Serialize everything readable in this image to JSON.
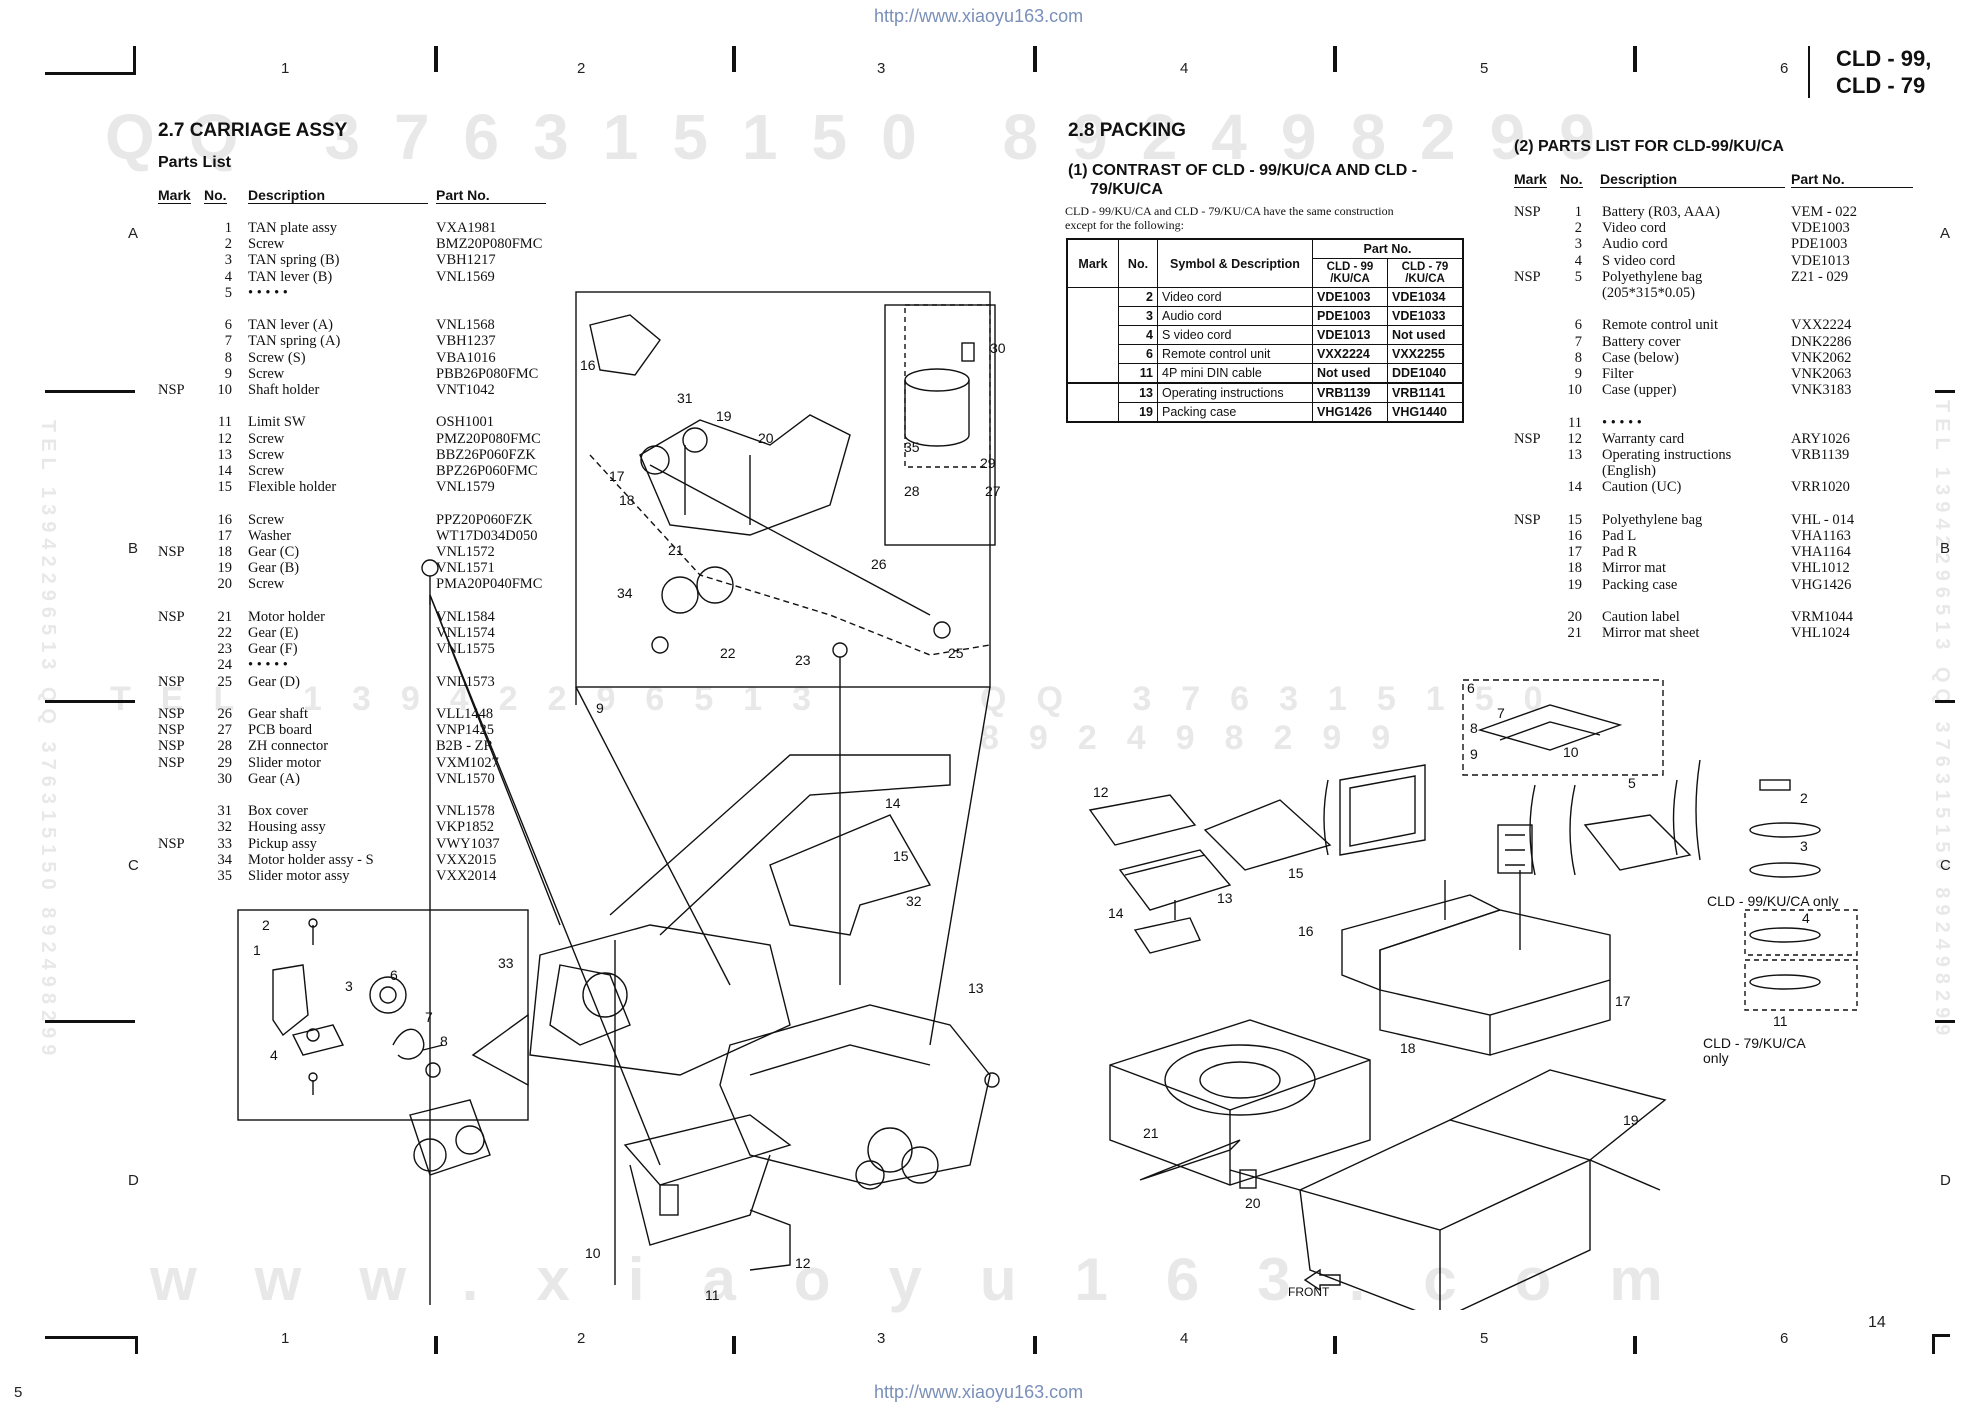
{
  "header": {
    "url_top": "http://www.xiaoyu163.com",
    "url_bottom": "http://www.xiaoyu163.com",
    "model_line1": "CLD - 99,",
    "model_line2": "CLD - 79",
    "page_number": "14",
    "corner_page": "5",
    "columns": [
      "1",
      "2",
      "3",
      "4",
      "5",
      "6"
    ],
    "rows": [
      "A",
      "B",
      "C",
      "D"
    ]
  },
  "watermarks": {
    "qq_top": "QQ 376315150 892498299",
    "qq_mid_left": "TEL 13942296513",
    "qq_mid_right": "QQ 376315150 892498299",
    "www": "www.xiaoyu163.com",
    "side": "TEL 13942296513 QQ 376315150 892498299"
  },
  "carriage": {
    "title": "2.7 CARRIAGE ASSY",
    "subtitle": "Parts List",
    "col_mark": "Mark",
    "col_no": "No.",
    "col_desc": "Description",
    "col_part": "Part No.",
    "items": [
      {
        "mark": "",
        "no": "1",
        "desc": "TAN plate assy",
        "part": "VXA1981"
      },
      {
        "mark": "",
        "no": "2",
        "desc": "Screw",
        "part": "BMZ20P080FMC"
      },
      {
        "mark": "",
        "no": "3",
        "desc": "TAN spring (B)",
        "part": "VBH1217"
      },
      {
        "mark": "",
        "no": "4",
        "desc": "TAN lever (B)",
        "part": "VNL1569"
      },
      {
        "mark": "",
        "no": "5",
        "desc": "• • • • •",
        "part": ""
      },
      {
        "mark": "",
        "no": "6",
        "desc": "TAN lever (A)",
        "part": "VNL1568"
      },
      {
        "mark": "",
        "no": "7",
        "desc": "TAN spring (A)",
        "part": "VBH1237"
      },
      {
        "mark": "",
        "no": "8",
        "desc": "Screw (S)",
        "part": "VBA1016"
      },
      {
        "mark": "",
        "no": "9",
        "desc": "Screw",
        "part": "PBB26P080FMC"
      },
      {
        "mark": "NSP",
        "no": "10",
        "desc": "Shaft holder",
        "part": "VNT1042"
      },
      {
        "mark": "",
        "no": "11",
        "desc": "Limit SW",
        "part": "OSH1001"
      },
      {
        "mark": "",
        "no": "12",
        "desc": "Screw",
        "part": "PMZ20P080FMC"
      },
      {
        "mark": "",
        "no": "13",
        "desc": "Screw",
        "part": "BBZ26P060FZK"
      },
      {
        "mark": "",
        "no": "14",
        "desc": "Screw",
        "part": "BPZ26P060FMC"
      },
      {
        "mark": "",
        "no": "15",
        "desc": "Flexible holder",
        "part": "VNL1579"
      },
      {
        "mark": "",
        "no": "16",
        "desc": "Screw",
        "part": "PPZ20P060FZK"
      },
      {
        "mark": "",
        "no": "17",
        "desc": "Washer",
        "part": "WT17D034D050"
      },
      {
        "mark": "NSP",
        "no": "18",
        "desc": "Gear (C)",
        "part": "VNL1572"
      },
      {
        "mark": "",
        "no": "19",
        "desc": "Gear (B)",
        "part": "VNL1571"
      },
      {
        "mark": "",
        "no": "20",
        "desc": "Screw",
        "part": "PMA20P040FMC"
      },
      {
        "mark": "NSP",
        "no": "21",
        "desc": "Motor holder",
        "part": "VNL1584"
      },
      {
        "mark": "",
        "no": "22",
        "desc": "Gear (E)",
        "part": "VNL1574"
      },
      {
        "mark": "",
        "no": "23",
        "desc": "Gear (F)",
        "part": "VNL1575"
      },
      {
        "mark": "",
        "no": "24",
        "desc": "• • • • •",
        "part": ""
      },
      {
        "mark": "NSP",
        "no": "25",
        "desc": "Gear (D)",
        "part": "VNL1573"
      },
      {
        "mark": "NSP",
        "no": "26",
        "desc": "Gear shaft",
        "part": "VLL1448"
      },
      {
        "mark": "NSP",
        "no": "27",
        "desc": "PCB board",
        "part": "VNP1425"
      },
      {
        "mark": "NSP",
        "no": "28",
        "desc": "ZH connector",
        "part": "B2B - ZR"
      },
      {
        "mark": "NSP",
        "no": "29",
        "desc": "Slider motor",
        "part": "VXM1027"
      },
      {
        "mark": "",
        "no": "30",
        "desc": "Gear (A)",
        "part": "VNL1570"
      },
      {
        "mark": "",
        "no": "31",
        "desc": "Box cover",
        "part": "VNL1578"
      },
      {
        "mark": "",
        "no": "32",
        "desc": "Housing assy",
        "part": "VKP1852"
      },
      {
        "mark": "NSP",
        "no": "33",
        "desc": "Pickup assy",
        "part": "VWY1037"
      },
      {
        "mark": "",
        "no": "34",
        "desc": "Motor holder assy - S",
        "part": "VXX2015"
      },
      {
        "mark": "",
        "no": "35",
        "desc": "Slider motor assy",
        "part": "VXX2014"
      }
    ]
  },
  "packing": {
    "title": "2.8 PACKING",
    "contrast_title_1": "(1) CONTRAST OF CLD - 99/KU/CA AND CLD -",
    "contrast_title_2": "79/KU/CA",
    "contrast_note_1": "CLD - 99/KU/CA and CLD - 79/KU/CA have the same construction",
    "contrast_note_2": "except for the following:",
    "table": {
      "h_mark": "Mark",
      "h_no": "No.",
      "h_desc": "Symbol & Description",
      "h_partno": "Part No.",
      "h_cld99": "CLD - 99 /KU/CA",
      "h_cld79": "CLD - 79 /KU/CA",
      "rows": [
        {
          "no": "2",
          "desc": "Video cord",
          "p99": "VDE1003",
          "p79": "VDE1034"
        },
        {
          "no": "3",
          "desc": "Audio cord",
          "p99": "PDE1003",
          "p79": "VDE1033"
        },
        {
          "no": "4",
          "desc": "S video cord",
          "p99": "VDE1013",
          "p79": "Not used"
        },
        {
          "no": "6",
          "desc": "Remote control unit",
          "p99": "VXX2224",
          "p79": "VXX2255"
        },
        {
          "no": "11",
          "desc": "4P mini DIN cable",
          "p99": "Not used",
          "p79": "DDE1040"
        },
        {
          "no": "13",
          "desc": "Operating instructions",
          "p99": "VRB1139",
          "p79": "VRB1141"
        },
        {
          "no": "19",
          "desc": "Packing case",
          "p99": "VHG1426",
          "p79": "VHG1440"
        }
      ]
    },
    "list_title": "(2) PARTS LIST FOR CLD-99/KU/CA",
    "col_mark": "Mark",
    "col_no": "No.",
    "col_desc": "Description",
    "col_part": "Part No.",
    "items": [
      {
        "mark": "NSP",
        "no": "1",
        "desc": "Battery (R03, AAA)",
        "part": "VEM - 022"
      },
      {
        "mark": "",
        "no": "2",
        "desc": "Video cord",
        "part": "VDE1003"
      },
      {
        "mark": "",
        "no": "3",
        "desc": "Audio cord",
        "part": "PDE1003"
      },
      {
        "mark": "",
        "no": "4",
        "desc": "S video cord",
        "part": "VDE1013"
      },
      {
        "mark": "NSP",
        "no": "5",
        "desc": "Polyethylene bag",
        "part": "Z21 - 029"
      },
      {
        "mark": "",
        "no": "",
        "desc": "(205*315*0.05)",
        "part": ""
      },
      {
        "mark": "",
        "no": "6",
        "desc": "Remote control unit",
        "part": "VXX2224"
      },
      {
        "mark": "",
        "no": "7",
        "desc": "Battery cover",
        "part": "DNK2286"
      },
      {
        "mark": "",
        "no": "8",
        "desc": "Case (below)",
        "part": "VNK2062"
      },
      {
        "mark": "",
        "no": "9",
        "desc": "Filter",
        "part": "VNK2063"
      },
      {
        "mark": "",
        "no": "10",
        "desc": "Case (upper)",
        "part": "VNK3183"
      },
      {
        "mark": "",
        "no": "11",
        "desc": "• • • • •",
        "part": ""
      },
      {
        "mark": "NSP",
        "no": "12",
        "desc": "Warranty card",
        "part": "ARY1026"
      },
      {
        "mark": "",
        "no": "13",
        "desc": "Operating instructions",
        "part": "VRB1139"
      },
      {
        "mark": "",
        "no": "",
        "desc": "(English)",
        "part": ""
      },
      {
        "mark": "",
        "no": "14",
        "desc": "Caution (UC)",
        "part": "VRR1020"
      },
      {
        "mark": "NSP",
        "no": "15",
        "desc": "Polyethylene bag",
        "part": "VHL - 014"
      },
      {
        "mark": "",
        "no": "16",
        "desc": "Pad L",
        "part": "VHA1163"
      },
      {
        "mark": "",
        "no": "17",
        "desc": "Pad R",
        "part": "VHA1164"
      },
      {
        "mark": "",
        "no": "18",
        "desc": "Mirror mat",
        "part": "VHL1012"
      },
      {
        "mark": "",
        "no": "19",
        "desc": "Packing case",
        "part": "VHG1426"
      },
      {
        "mark": "",
        "no": "20",
        "desc": "Caution label",
        "part": "VRM1044"
      },
      {
        "mark": "",
        "no": "21",
        "desc": "Mirror mat sheet",
        "part": "VHL1024"
      }
    ],
    "label_cld99_only": "CLD - 99/KU/CA only",
    "label_cld79_only_1": "CLD - 79/KU/CA",
    "label_cld79_only_2": "only",
    "label_front": "FRONT"
  },
  "callouts_carriage": [
    "1",
    "2",
    "3",
    "4",
    "6",
    "7",
    "8",
    "9",
    "10",
    "11",
    "12",
    "13",
    "14",
    "15",
    "16",
    "17",
    "18",
    "19",
    "20",
    "21",
    "22",
    "23",
    "25",
    "26",
    "27",
    "28",
    "29",
    "30",
    "31",
    "32",
    "33",
    "34",
    "35"
  ],
  "callouts_packing": [
    "2",
    "3",
    "4",
    "5",
    "6",
    "7",
    "8",
    "9",
    "10",
    "11",
    "12",
    "13",
    "14",
    "15",
    "16",
    "17",
    "18",
    "19",
    "20",
    "21"
  ]
}
